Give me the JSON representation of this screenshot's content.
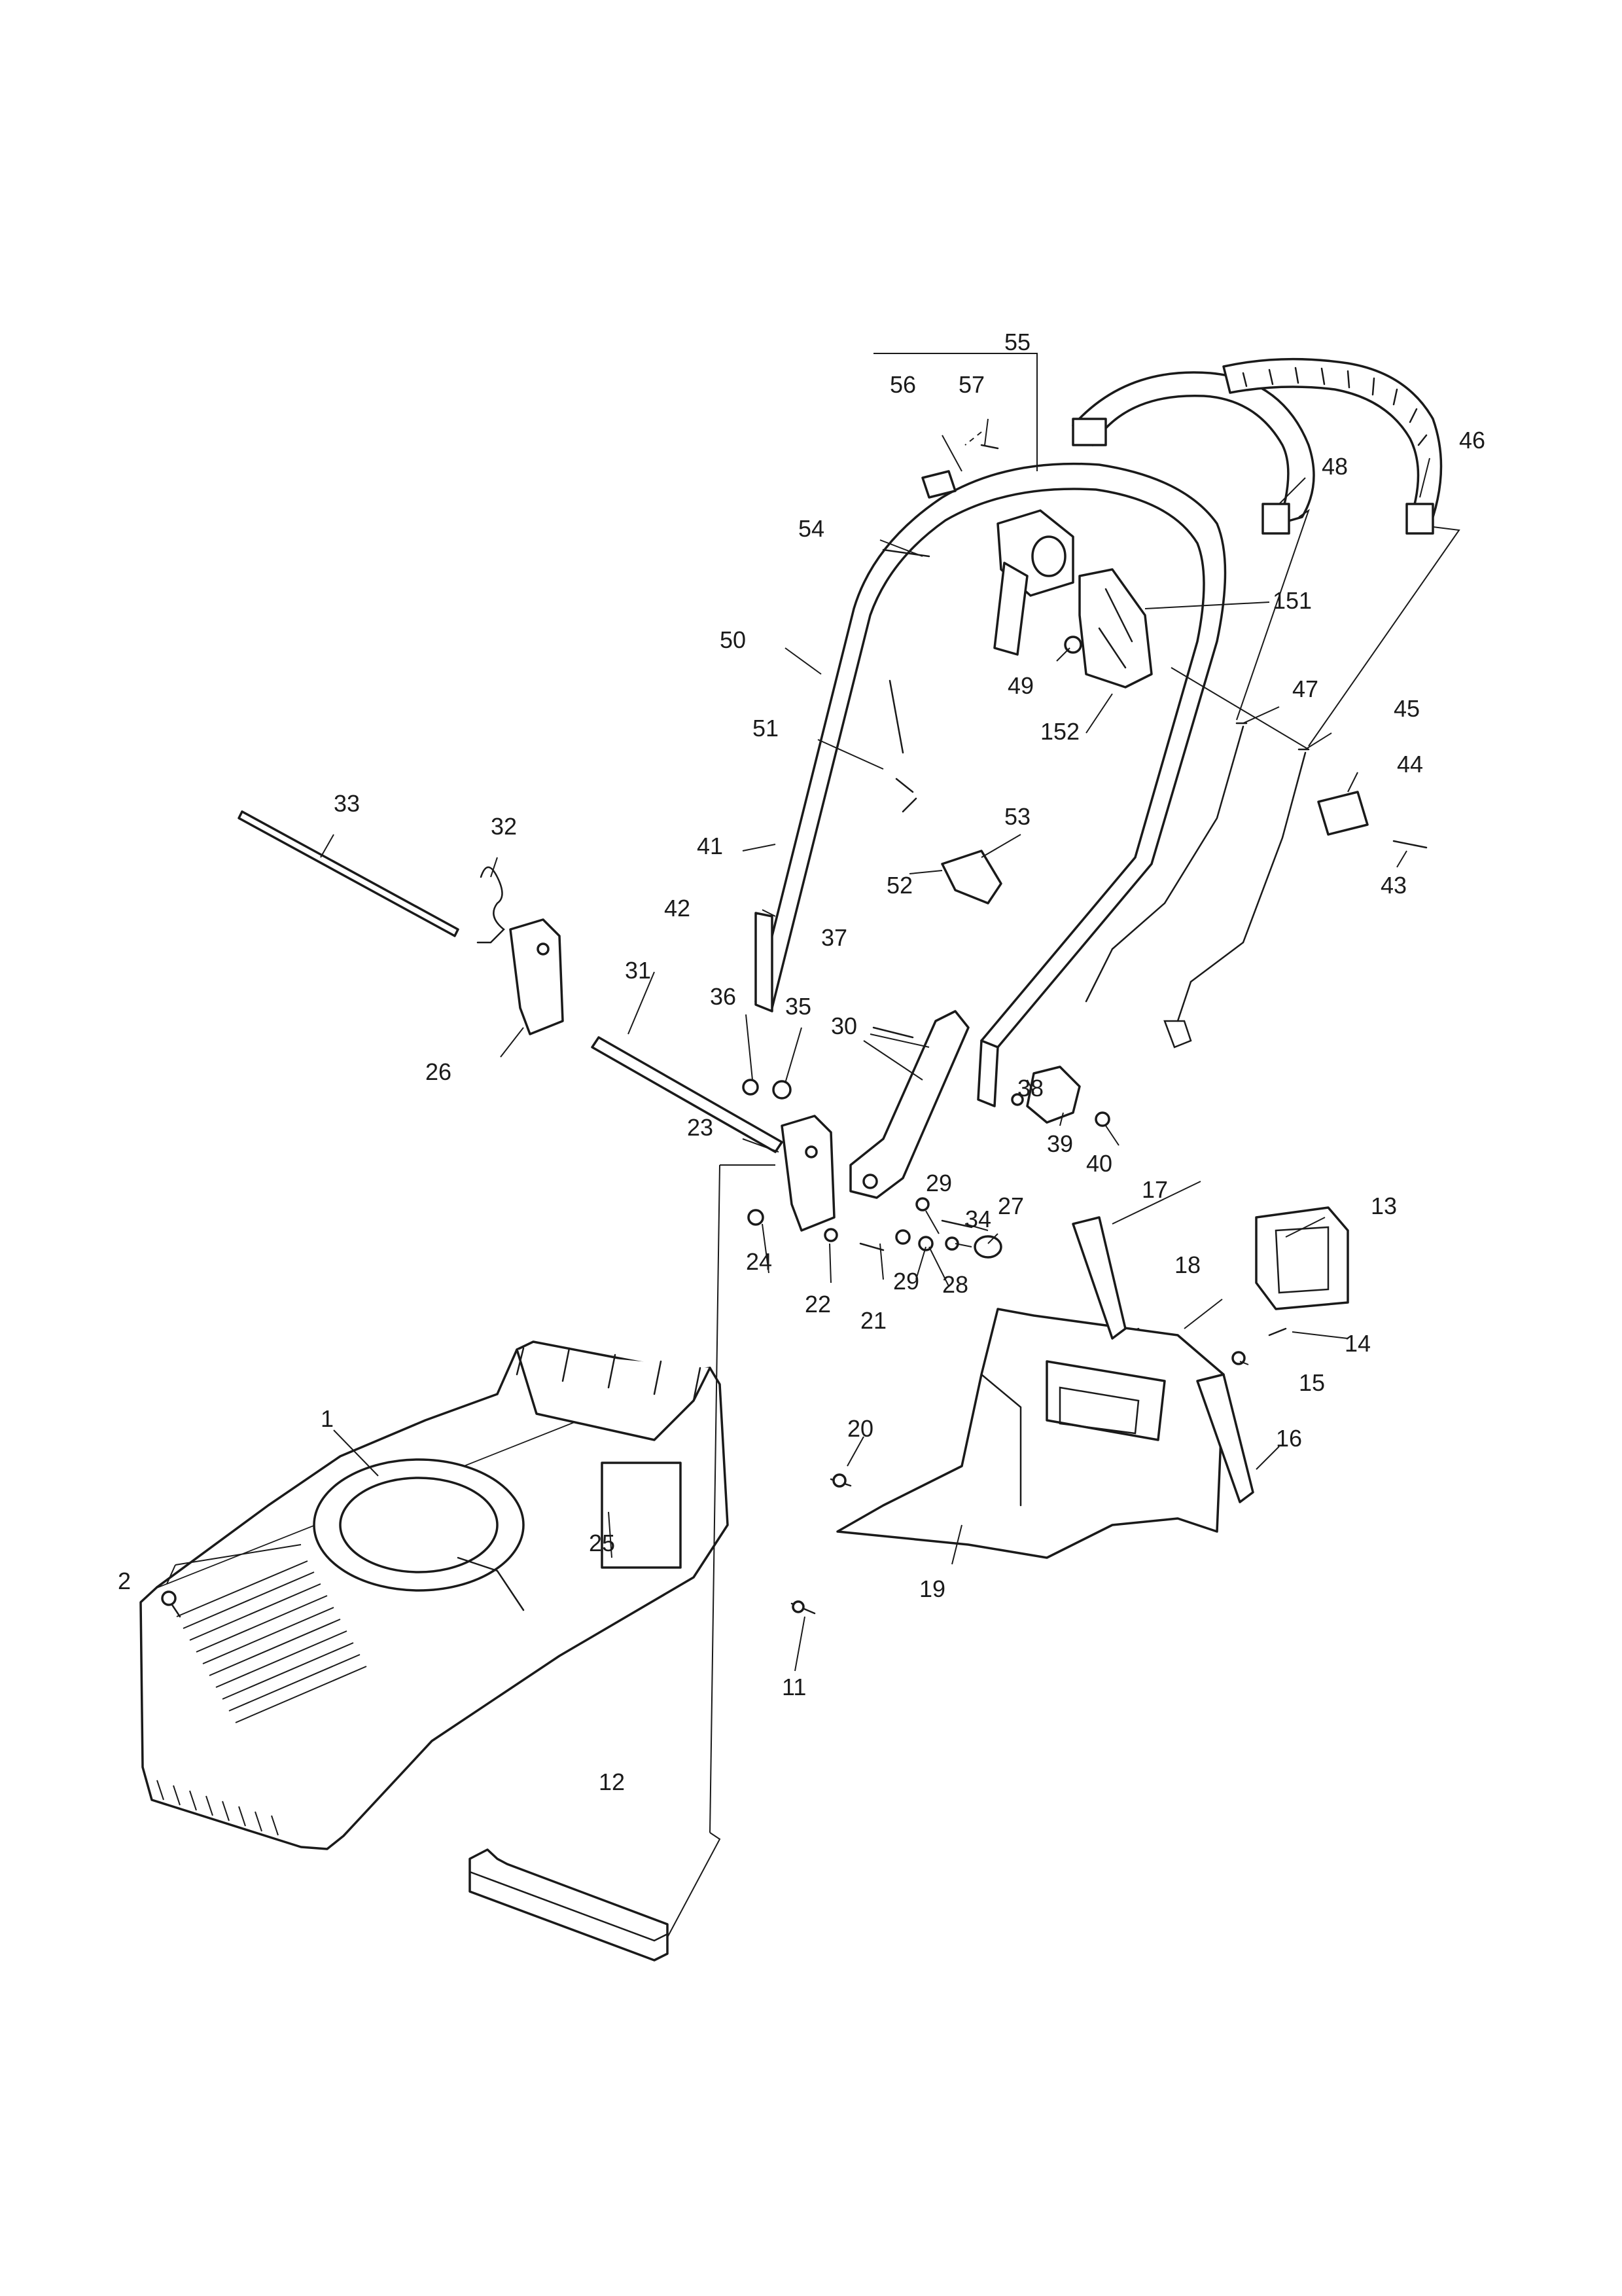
{
  "callouts": [
    {
      "id": "1",
      "text": "1"
    },
    {
      "id": "2",
      "text": "2"
    },
    {
      "id": "11",
      "text": "11"
    },
    {
      "id": "12",
      "text": "12"
    },
    {
      "id": "13",
      "text": "13"
    },
    {
      "id": "14",
      "text": "14"
    },
    {
      "id": "15",
      "text": "15"
    },
    {
      "id": "16",
      "text": "16"
    },
    {
      "id": "17",
      "text": "17"
    },
    {
      "id": "18",
      "text": "18"
    },
    {
      "id": "19",
      "text": "19"
    },
    {
      "id": "20",
      "text": "20"
    },
    {
      "id": "21",
      "text": "21"
    },
    {
      "id": "22",
      "text": "22"
    },
    {
      "id": "23",
      "text": "23"
    },
    {
      "id": "24",
      "text": "24"
    },
    {
      "id": "25",
      "text": "25"
    },
    {
      "id": "26",
      "text": "26"
    },
    {
      "id": "27",
      "text": "27"
    },
    {
      "id": "28",
      "text": "28"
    },
    {
      "id": "29a",
      "text": "29"
    },
    {
      "id": "29b",
      "text": "29"
    },
    {
      "id": "30",
      "text": "30"
    },
    {
      "id": "31",
      "text": "31"
    },
    {
      "id": "32",
      "text": "32"
    },
    {
      "id": "33",
      "text": "33"
    },
    {
      "id": "34",
      "text": "34"
    },
    {
      "id": "35",
      "text": "35"
    },
    {
      "id": "36",
      "text": "36"
    },
    {
      "id": "37",
      "text": "37"
    },
    {
      "id": "38",
      "text": "38"
    },
    {
      "id": "39",
      "text": "39"
    },
    {
      "id": "40",
      "text": "40"
    },
    {
      "id": "41",
      "text": "41"
    },
    {
      "id": "42",
      "text": "42"
    },
    {
      "id": "43",
      "text": "43"
    },
    {
      "id": "44",
      "text": "44"
    },
    {
      "id": "45",
      "text": "45"
    },
    {
      "id": "46",
      "text": "46"
    },
    {
      "id": "47",
      "text": "47"
    },
    {
      "id": "48",
      "text": "48"
    },
    {
      "id": "49",
      "text": "49"
    },
    {
      "id": "50",
      "text": "50"
    },
    {
      "id": "51",
      "text": "51"
    },
    {
      "id": "52",
      "text": "52"
    },
    {
      "id": "53",
      "text": "53"
    },
    {
      "id": "54",
      "text": "54"
    },
    {
      "id": "55",
      "text": "55"
    },
    {
      "id": "56",
      "text": "56"
    },
    {
      "id": "57",
      "text": "57"
    },
    {
      "id": "151",
      "text": "151"
    },
    {
      "id": "152",
      "text": "152"
    }
  ],
  "colors": {
    "ink": "#1a1a1a",
    "paper": "#ffffff"
  }
}
